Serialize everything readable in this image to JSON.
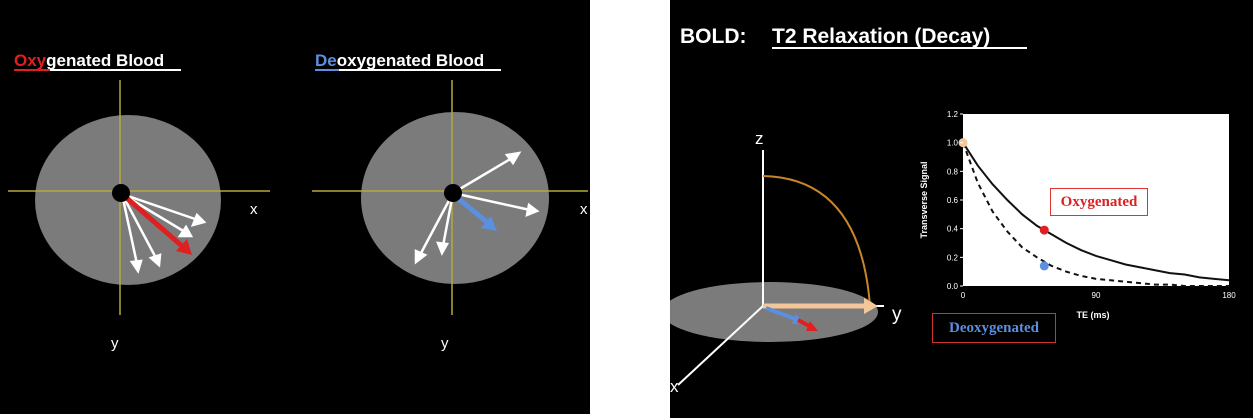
{
  "left_slide": {
    "oxy": {
      "title_prefix": "Oxy",
      "title_rest": "genated Blood",
      "x_label": "x",
      "y_label": "y"
    },
    "deoxy": {
      "title_prefix": "De",
      "title_rest": "oxygenated Blood",
      "x_label": "x",
      "y_label": "y"
    }
  },
  "right_slide": {
    "title_prefix": "BOLD:",
    "title_underlined": "T2 Relaxation (Decay)",
    "axis_labels": {
      "z": "z",
      "y": "y",
      "x": "x"
    },
    "legend": {
      "oxy": "Oxygenated",
      "deoxy": "Deoxygenated"
    }
  },
  "colors": {
    "background": "#000000",
    "disk": "#7b7b7b",
    "axis": "#b5a93a",
    "oxy_red": "#e02020",
    "deoxy_blue": "#5b8fe0",
    "peach": "#f3c79a",
    "t2_curve": "#c8862b"
  },
  "chart_data": {
    "type": "line",
    "xlabel": "TE (ms)",
    "ylabel": "Transverse Signal",
    "xlim": [
      0,
      180
    ],
    "ylim": [
      0,
      1.2
    ],
    "x_ticks": [
      "0",
      "90",
      "180"
    ],
    "y_ticks": [
      "0.0",
      "0.2",
      "0.4",
      "0.6",
      "0.8",
      "1.0",
      "1.2"
    ],
    "x": [
      0,
      10,
      20,
      30,
      40,
      50,
      60,
      70,
      80,
      90,
      100,
      110,
      120,
      130,
      140,
      150,
      160,
      170,
      180
    ],
    "series": [
      {
        "name": "Oxygenated",
        "style": "solid",
        "values": [
          1.0,
          0.84,
          0.71,
          0.6,
          0.5,
          0.42,
          0.36,
          0.3,
          0.25,
          0.21,
          0.18,
          0.15,
          0.13,
          0.11,
          0.09,
          0.08,
          0.06,
          0.05,
          0.04
        ]
      },
      {
        "name": "Deoxygenated",
        "style": "dashed",
        "values": [
          1.0,
          0.72,
          0.52,
          0.38,
          0.27,
          0.2,
          0.14,
          0.1,
          0.07,
          0.05,
          0.04,
          0.03,
          0.02,
          0.01,
          0.01,
          0.0,
          0.0,
          0.0,
          0.0
        ]
      }
    ],
    "markers": [
      {
        "series": "Oxygenated",
        "x": 0,
        "y": 1.0
      },
      {
        "series": "Oxygenated",
        "x": 55,
        "y": 0.39
      },
      {
        "series": "Deoxygenated",
        "x": 55,
        "y": 0.14
      }
    ]
  }
}
